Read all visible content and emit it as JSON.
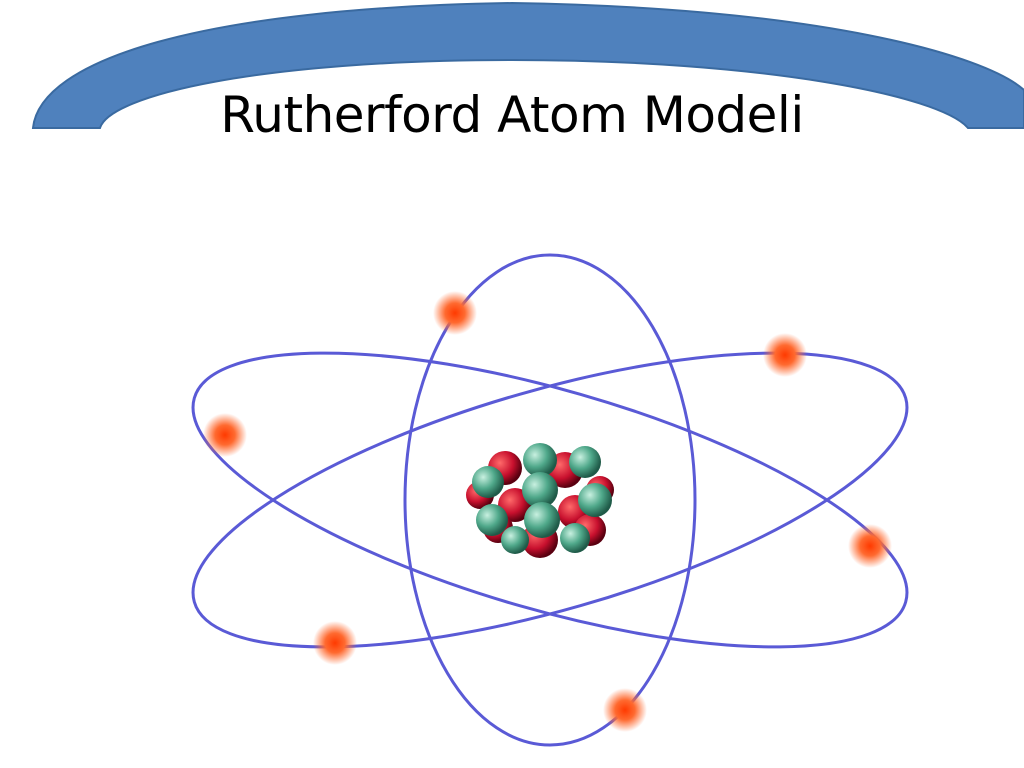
{
  "slide": {
    "title": "Rutherford Atom Modeli",
    "banner_color": "#4f81bd",
    "banner_border": "#3a6aa0"
  },
  "illustration": {
    "subject": "atom-model",
    "orbit_color": "#5a5ad6",
    "electron_color": "#ff5a1e",
    "nucleus_colors": {
      "proton": "#c8102e",
      "neutron": "#4fa88a"
    },
    "electron_count": 6,
    "orbit_count": 3
  }
}
